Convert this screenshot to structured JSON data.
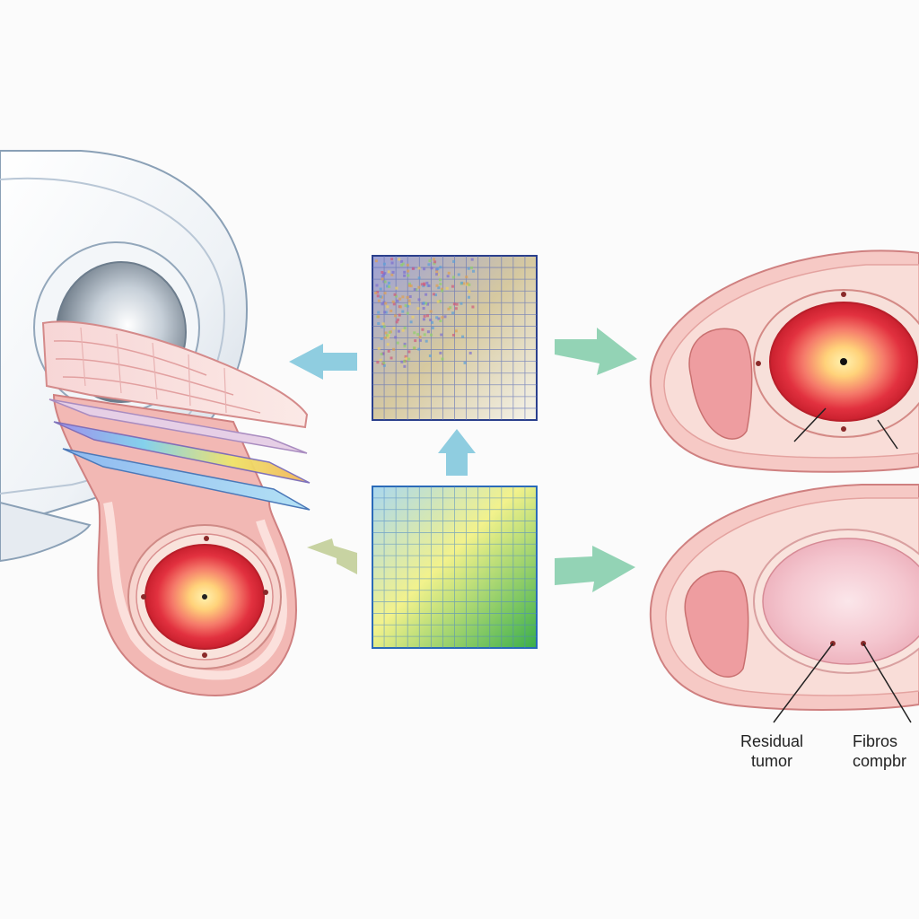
{
  "labels": {
    "residual_line1": "Residual",
    "residual_line2": "tumor",
    "fibrosis_line1": "Fibros",
    "fibrosis_line2": "compbr"
  },
  "icons": [
    "mri-scanner-icon",
    "image-slice-stack-icon",
    "pixel-grid-icon",
    "gradient-grid-icon",
    "arrow-icon",
    "tumor-cross-section-icon"
  ],
  "colors": {
    "background": "#fbfbfb",
    "tissue_pink": "#f4b4b4",
    "tissue_light": "#fbe1de",
    "tumor_red": "#e8414b",
    "tumor_core": "#ffe39a",
    "fibrosis_pink": "#f3c6cc",
    "arrow_blue": "#8fcde0",
    "arrow_green": "#93d3b5",
    "arrow_olive": "#c8d3a2",
    "grid_blue": "#2a6ab8",
    "grid_green": "#1f9a3c",
    "grid_yellow": "#f0f06a"
  }
}
